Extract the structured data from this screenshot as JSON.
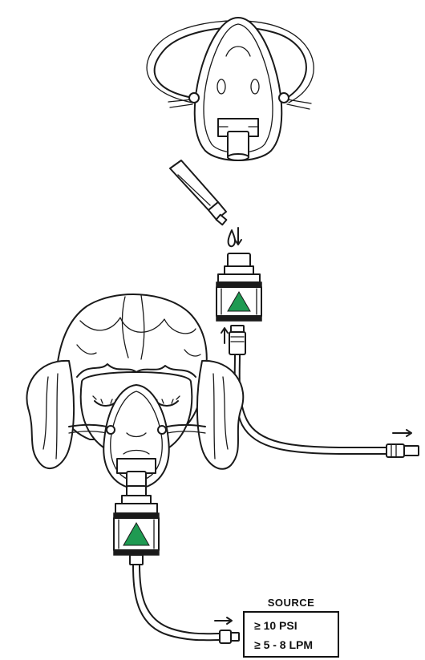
{
  "source": {
    "title": "SOURCE",
    "pressure": "≥ 10 PSI",
    "flow": "≥ 5 - 8 LPM"
  },
  "colors": {
    "line": "#1a1a1a",
    "indicator": "#1f9a52",
    "background": "#ffffff"
  }
}
